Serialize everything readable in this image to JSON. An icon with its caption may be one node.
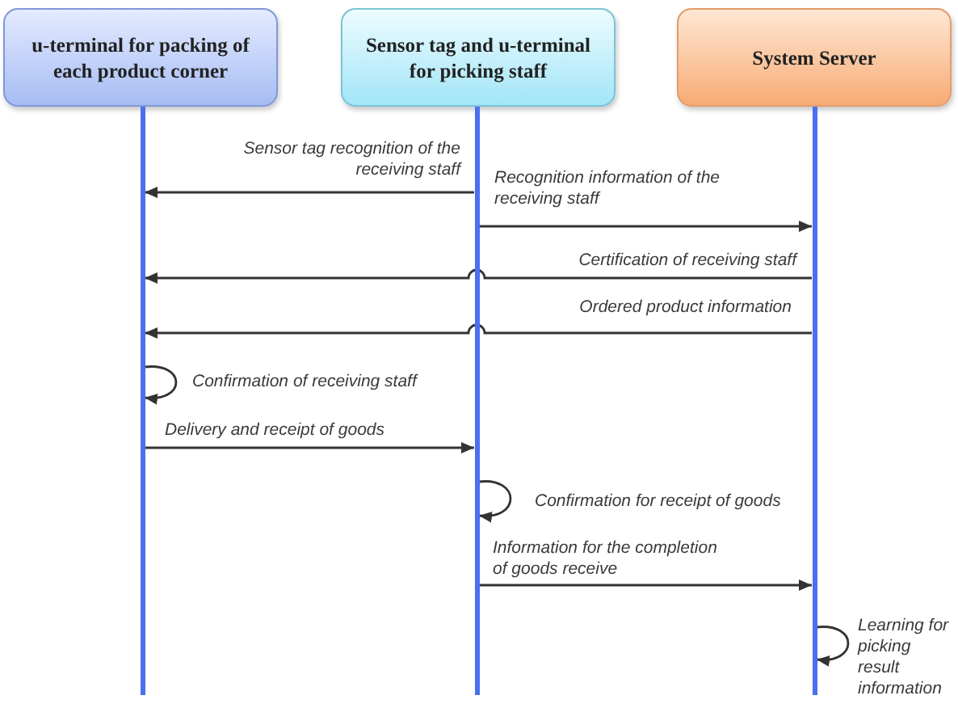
{
  "diagram": {
    "nodes": [
      {
        "text": [
          "u-terminal for packing of each product corner"
        ]
      },
      {
        "text": [
          "Sensor tag and u-terminal for picking staff"
        ]
      },
      {
        "text": [
          "System Server"
        ]
      },
      {
        "text": [],
        "shape": "bar"
      },
      {
        "text": [],
        "shape": "bar"
      },
      {
        "text": [],
        "shape": "bar"
      }
    ],
    "edges": [
      {
        "from": 4,
        "to": 3,
        "arrow": "to",
        "label": "Sensor tag recognition of the receiving staff"
      },
      {
        "from": 4,
        "to": 5,
        "arrow": "to",
        "label": "Recognition information of the receiving staff"
      },
      {
        "from": 5,
        "to": 3,
        "arrow": "to",
        "label": "Certification of receiving staff"
      },
      {
        "from": 5,
        "to": 3,
        "arrow": "to",
        "label": "Ordered product information"
      },
      {
        "from": 3,
        "to": 3,
        "arrow": "to",
        "label": "Confirmation of receiving staff"
      },
      {
        "from": 3,
        "to": 4,
        "arrow": "to",
        "label": "Delivery and receipt of goods"
      },
      {
        "from": 4,
        "to": 4,
        "arrow": "to",
        "label": "Confirmation for receipt of goods"
      },
      {
        "from": 4,
        "to": 5,
        "arrow": "to",
        "label": "Information for the completion of goods receive"
      },
      {
        "from": 5,
        "to": 5,
        "arrow": "to",
        "label": "Learning for picking result information"
      }
    ]
  }
}
